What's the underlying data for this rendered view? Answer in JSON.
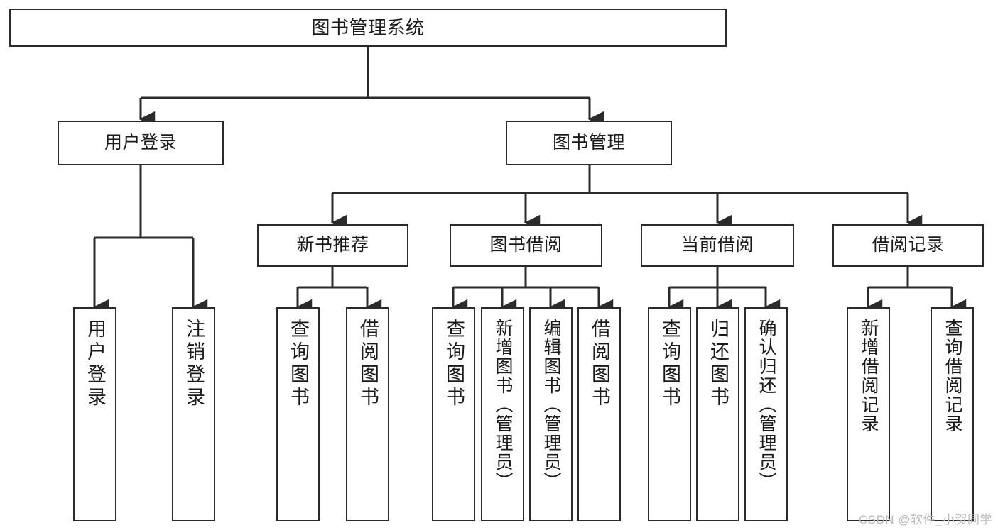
{
  "diagram": {
    "title": "图书管理系统",
    "type": "tree-hierarchy-chart",
    "watermark": "CSDN @软件_小贺同学",
    "colors": {
      "stroke": "#2b2b2b",
      "fill": "#ffffff",
      "text": "#1a1a1a",
      "watermark": "#b9b9b9"
    }
  },
  "nodes": {
    "root": {
      "label": "图书管理系统"
    },
    "level2": [
      {
        "id": "user-login",
        "label": "用户登录"
      },
      {
        "id": "book-manage",
        "label": "图书管理"
      }
    ],
    "level3": [
      {
        "id": "new-book-recommend",
        "label": "新书推荐"
      },
      {
        "id": "book-borrow",
        "label": "图书借阅"
      },
      {
        "id": "current-borrow",
        "label": "当前借阅"
      },
      {
        "id": "borrow-record",
        "label": "借阅记录"
      }
    ],
    "leaves": {
      "user_login": [
        {
          "id": "leaf-user-login",
          "label": "用户登录"
        },
        {
          "id": "leaf-logout-login",
          "label": "注销登录"
        }
      ],
      "new_book_recommend": [
        {
          "id": "leaf-query-book-1",
          "label": "查询图书"
        },
        {
          "id": "leaf-borrow-book-1",
          "label": "借阅图书"
        }
      ],
      "book_borrow": [
        {
          "id": "leaf-query-book-2",
          "label": "查询图书"
        },
        {
          "id": "leaf-add-book-admin",
          "label": "新增图书（管理员）"
        },
        {
          "id": "leaf-edit-book-admin",
          "label": "编辑图书（管理员）"
        },
        {
          "id": "leaf-borrow-book-2",
          "label": "借阅图书"
        }
      ],
      "current_borrow": [
        {
          "id": "leaf-query-book-3",
          "label": "查询图书"
        },
        {
          "id": "leaf-return-book",
          "label": "归还图书"
        },
        {
          "id": "leaf-confirm-return-admin",
          "label": "确认归还（管理员）"
        }
      ],
      "borrow_record": [
        {
          "id": "leaf-add-borrow-record",
          "label": "新增借阅记录"
        },
        {
          "id": "leaf-query-borrow-record",
          "label": "查询借阅记录"
        }
      ]
    }
  }
}
